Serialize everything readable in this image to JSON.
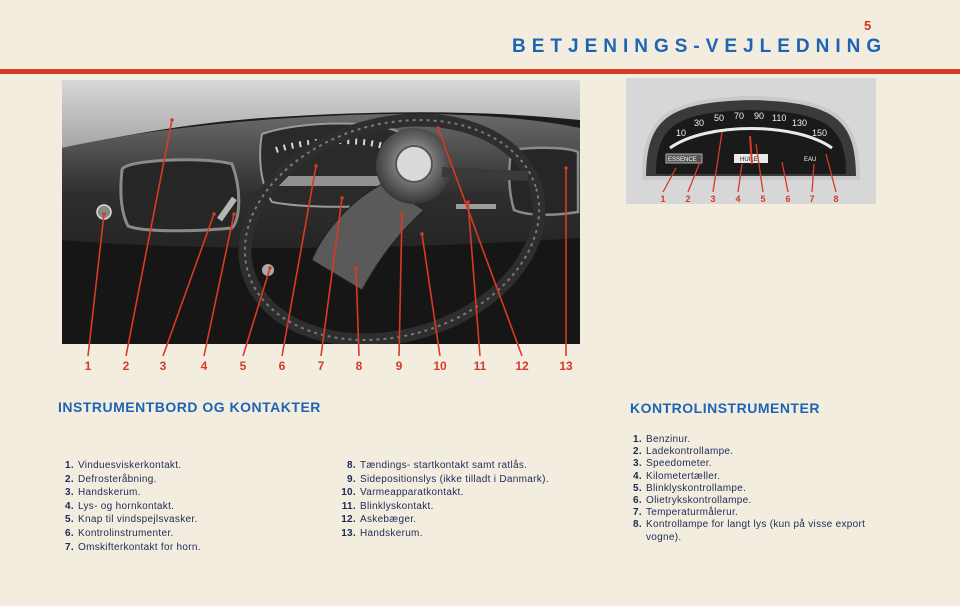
{
  "page": {
    "number": "5",
    "header": "BETJENINGS-VEJLEDNING"
  },
  "main_photo": {
    "title": "INSTRUMENTBORD OG KONTAKTER",
    "callouts": [
      "1",
      "2",
      "3",
      "4",
      "5",
      "6",
      "7",
      "8",
      "9",
      "10",
      "11",
      "12",
      "13"
    ],
    "items": [
      {
        "n": "1.",
        "t": "Vinduesviskerkontakt."
      },
      {
        "n": "2.",
        "t": "Defrosteråbning."
      },
      {
        "n": "3.",
        "t": "Handskerum."
      },
      {
        "n": "4.",
        "t": "Lys- og hornkontakt."
      },
      {
        "n": "5.",
        "t": "Knap til vindspejlsvasker."
      },
      {
        "n": "6.",
        "t": "Kontrolinstrumenter."
      },
      {
        "n": "7.",
        "t": "Omskifterkontakt for horn."
      },
      {
        "n": "8.",
        "t": "Tændings- startkontakt samt ratlås."
      },
      {
        "n": "9.",
        "t": "Sidepositionslys (ikke tilladt i Danmark)."
      },
      {
        "n": "10.",
        "t": "Varmeapparatkontakt."
      },
      {
        "n": "11.",
        "t": "Blinklyskontakt."
      },
      {
        "n": "12.",
        "t": "Askebæger."
      },
      {
        "n": "13.",
        "t": "Handskerum."
      }
    ]
  },
  "gauge_photo": {
    "title": "KONTROLINSTRUMENTER",
    "dial_labels": [
      "10",
      "30",
      "50",
      "70",
      "90",
      "110",
      "130",
      "150"
    ],
    "panel_labels": {
      "left": "ESSENCE",
      "center": "HUILE",
      "right": "EAU"
    },
    "callouts": [
      "1",
      "2",
      "3",
      "4",
      "5",
      "6",
      "7",
      "8"
    ],
    "items": [
      {
        "n": "1.",
        "t": "Benzinur."
      },
      {
        "n": "2.",
        "t": "Ladekontrollampe."
      },
      {
        "n": "3.",
        "t": "Speedometer."
      },
      {
        "n": "4.",
        "t": "Kilometertæller."
      },
      {
        "n": "5.",
        "t": "Blinklyskontrollampe."
      },
      {
        "n": "6.",
        "t": "Olietrykskontrollampe."
      },
      {
        "n": "7.",
        "t": "Temperaturmålerur."
      },
      {
        "n": "8.",
        "t": "Kontrollampe for langt lys (kun på visse export vogne)."
      }
    ]
  },
  "colors": {
    "accent_red": "#d83a24",
    "title_blue": "#1f63b4",
    "text_navy": "#1e2a55"
  }
}
